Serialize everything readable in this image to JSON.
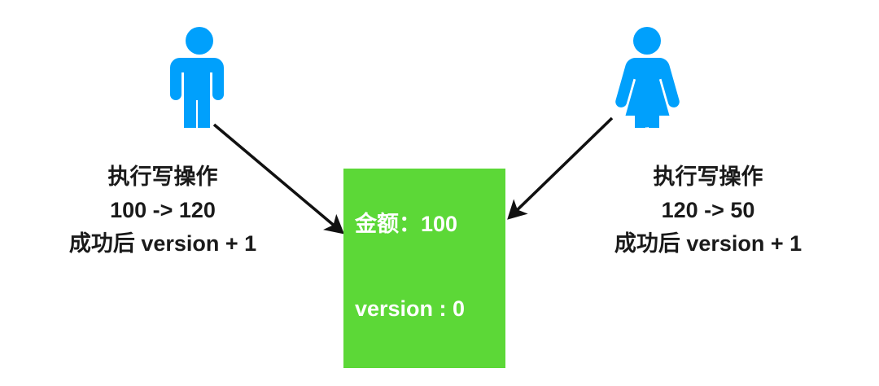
{
  "diagram": {
    "title": "optimistic-lock-concurrent-write",
    "colors": {
      "person": "#00a0fc",
      "record_box": "#5cd837",
      "record_text": "#ffffff",
      "label_text": "#1a1a1a",
      "arrow": "#111111",
      "background": "#ffffff"
    },
    "actors": [
      {
        "id": "left",
        "icon": "person-male-icon"
      },
      {
        "id": "right",
        "icon": "person-female-icon"
      }
    ],
    "labels": {
      "left": {
        "line1": "执行写操作",
        "line2": "100 -> 120",
        "line3": "成功后 version + 1"
      },
      "right": {
        "line1": "执行写操作",
        "line2": "120 -> 50",
        "line3": "成功后 version + 1"
      }
    },
    "record": {
      "amount": "金额：100",
      "version": "version : 0"
    },
    "arrows": [
      {
        "id": "left-to-record",
        "from": "person-male-icon",
        "to": "record-box",
        "direction": "down-right"
      },
      {
        "id": "right-to-record",
        "from": "person-female-icon",
        "to": "record-box",
        "direction": "down-left"
      }
    ]
  }
}
